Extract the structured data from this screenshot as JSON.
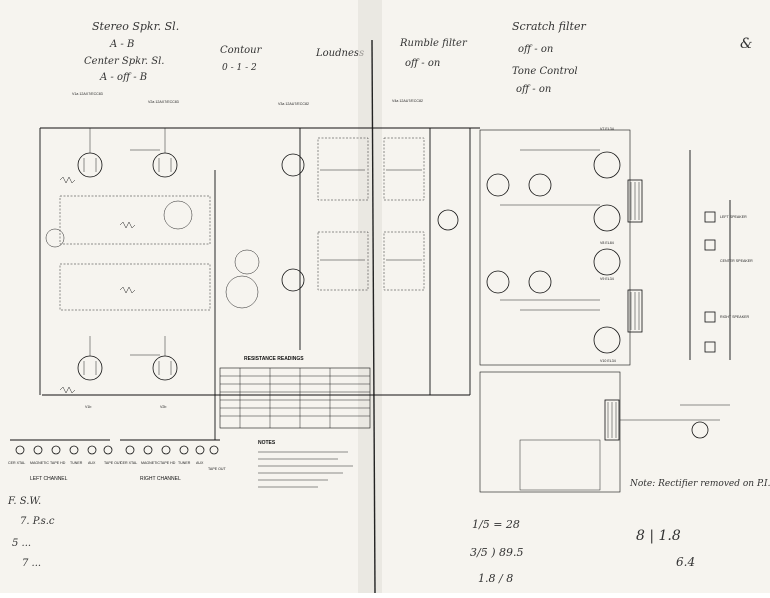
{
  "tubes": [
    {
      "id": "V1a",
      "type": "12AX7/ECC83"
    },
    {
      "id": "V2a",
      "type": "12AX7/ECC83"
    },
    {
      "id": "V3a",
      "type": "12AU7/ECC82"
    },
    {
      "id": "V4a",
      "type": "12AU7/ECC82"
    },
    {
      "id": "V1b",
      "type": ""
    },
    {
      "id": "V2b",
      "type": ""
    },
    {
      "id": "V7",
      "type": "EL34"
    },
    {
      "id": "V8",
      "type": "EL84"
    },
    {
      "id": "V9",
      "type": "EL34"
    },
    {
      "id": "V10",
      "type": "EL34"
    }
  ],
  "inputs": {
    "left_channel": "LEFT CHANNEL",
    "right_channel": "RIGHT CHANNEL",
    "jacks": [
      "CER XTAL",
      "MAGNETIC",
      "TAPE HD",
      "TUNER",
      "AUX",
      "TAPE OUT"
    ]
  },
  "outputs": {
    "left_speaker": "LEFT SPEAKER",
    "right_speaker": "RIGHT SPEAKER",
    "center_speaker": "CENTER SPEAKER"
  },
  "handwritten": {
    "stereo": "Stereo Spkr. Sl.",
    "ab": "A - B",
    "center": "Center Spkr. Sl.",
    "aoff": "A - off - B",
    "contour": "Contour",
    "contour_values": "0 - 1 - 2",
    "loudness": "Loudness",
    "rumble": "Rumble filter",
    "rumble_onoff": "off - on",
    "scratch": "Scratch filter",
    "scratch_onoff": "off - on",
    "tone": "Tone Control",
    "tone_onoff": "off - on",
    "note": "Note: Rectifier removed on P.I.",
    "math": "8 | 1.8"
  },
  "schematic": {
    "table_title": "RESISTANCE READINGS",
    "notes_title": "NOTES"
  }
}
